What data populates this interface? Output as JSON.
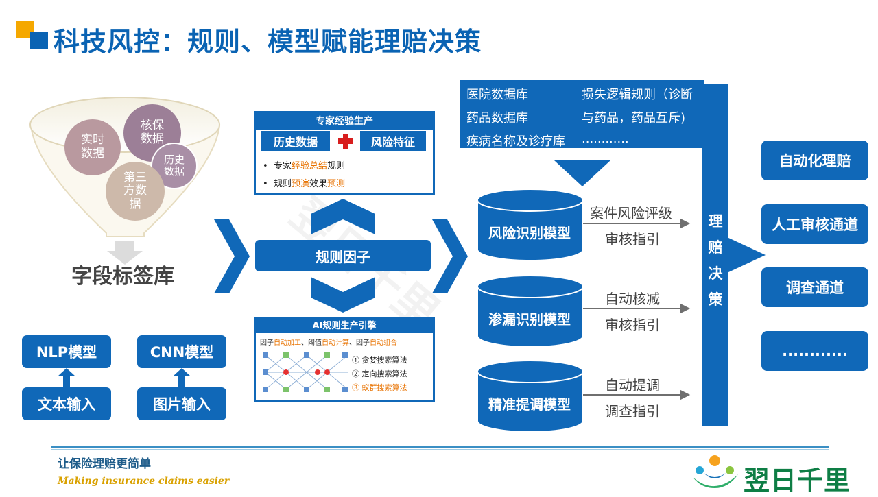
{
  "title": "科技风控：规则、模型赋能理赔决策",
  "funnel": {
    "bubbles": [
      "实时\n数据",
      "核保\n数据",
      "历史\n数据",
      "第三\n方数\n据"
    ],
    "label": "字段标签库"
  },
  "models": [
    {
      "name": "NLP模型",
      "input": "文本输入"
    },
    {
      "name": "CNN模型",
      "input": "图片输入"
    }
  ],
  "expert_panel": {
    "header": "专家经验生产",
    "tag_left": "历史数据",
    "tag_right": "风险特征",
    "bullet1": {
      "pre": "专家",
      "hl": "经验总结",
      "post": "规则"
    },
    "bullet2": {
      "pre": "规则",
      "hl1": "预演",
      "mid": "效果",
      "hl2": "预测"
    }
  },
  "rule_factor": "规则因子",
  "ai_panel": {
    "header": "AI规则生产引擎",
    "line": {
      "p1": "因子",
      "h1": "自动加工",
      "p2": "、阈值",
      "h2": "自动计算",
      "p3": "、因子",
      "h3": "自动组合"
    },
    "algos": [
      "① 贪婪搜索算法",
      "② 定向搜索算法",
      "③ 蚁群搜索算法"
    ]
  },
  "databases": {
    "left": [
      "医院数据库",
      "药品数据库",
      "疾病名称及诊疗库"
    ],
    "right": [
      "损失逻辑规则（诊断",
      "与药品，药品互斥)",
      "............"
    ]
  },
  "risk_models": [
    {
      "name": "风险识别模型",
      "note1": "案件风险评级",
      "note2": "审核指引"
    },
    {
      "name": "渗漏识别模型",
      "note1": "自动核减",
      "note2": "审核指引"
    },
    {
      "name": "精准提调模型",
      "note1": "自动提调",
      "note2": "调查指引"
    }
  ],
  "decision": [
    "理",
    "赔",
    "决",
    "策"
  ],
  "outputs": [
    "自动化理赔",
    "人工审核通道",
    "调查通道",
    "............"
  ],
  "footer": {
    "slogan_cn": "让保险理赔更简单",
    "slogan_en": "Making insurance claims easier",
    "brand": "翌日千里"
  },
  "colors": {
    "primary": "#1068b8",
    "accent": "#f5a800",
    "orange": "#e87200"
  }
}
